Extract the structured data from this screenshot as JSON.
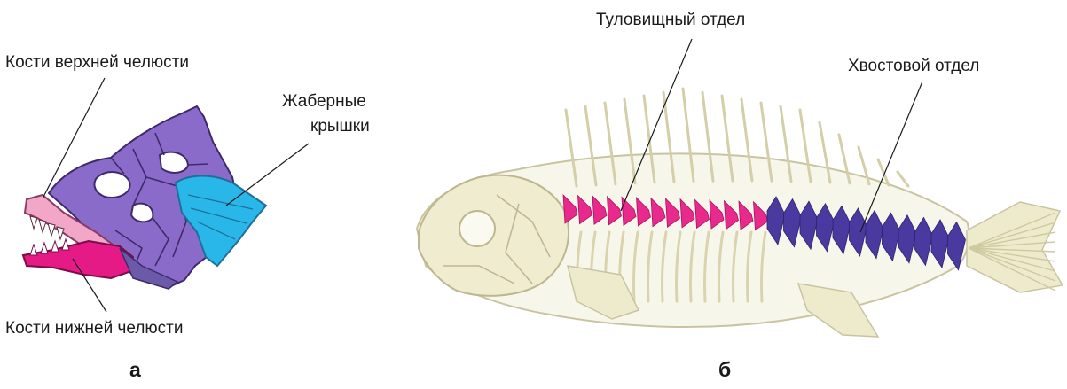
{
  "panel_a": {
    "letter": "а",
    "labels": {
      "upper_jaw": "Кости верхней челюсти",
      "gill_covers_line1": "Жаберные",
      "gill_covers_line2": "крышки",
      "lower_jaw": "Кости нижней челюсти"
    }
  },
  "panel_b": {
    "letter": "б",
    "labels": {
      "trunk_section": "Туловищный отдел",
      "tail_section": "Хвостовой отдел"
    }
  },
  "colors": {
    "skull_purple": "#8a6bc9",
    "skull_outline": "#3e2a6b",
    "upper_jaw_pink": "#f2a6c8",
    "lower_jaw_magenta": "#e51a86",
    "gill_cover_cyan": "#29b6e8",
    "skeleton_bone": "#e9e6c8",
    "skeleton_outline": "#c9c4a0",
    "trunk_vertebrae": "#e82a8c",
    "tail_vertebrae": "#4a3aa0"
  }
}
